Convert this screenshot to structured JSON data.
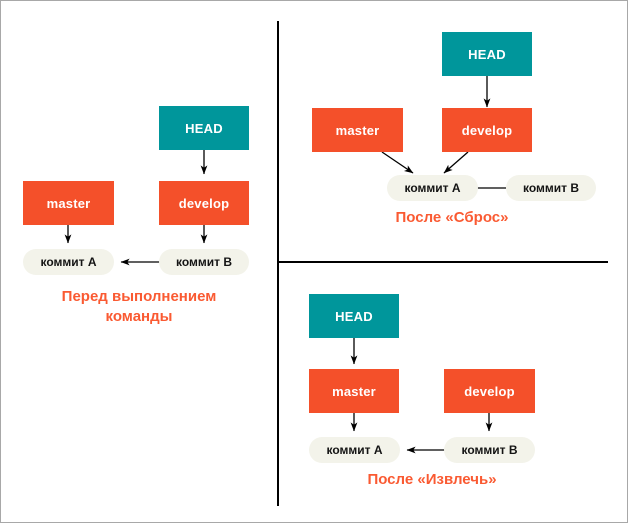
{
  "diagram": {
    "title": "Git reset vs checkout diagram",
    "colors": {
      "head": "#00969b",
      "branch": "#f4502a",
      "commit": "#f3f3ea",
      "caption": "#fa5a32",
      "arrow": "#000000",
      "divider": "#000000",
      "background": "#ffffff",
      "border": "#a8a8a8"
    },
    "labels": {
      "head": "HEAD",
      "master": "master",
      "develop": "develop",
      "commit_a": "коммит А",
      "commit_b": "коммит В"
    },
    "panels": [
      {
        "id": "before",
        "caption_line1": "Перед выполнением",
        "caption_line2": "команды",
        "nodes": [
          {
            "name": "head",
            "label": "HEAD",
            "kind": "head"
          },
          {
            "name": "master",
            "label": "master",
            "kind": "branch"
          },
          {
            "name": "develop",
            "label": "develop",
            "kind": "branch"
          },
          {
            "name": "commit-a",
            "label": "коммит А",
            "kind": "commit"
          },
          {
            "name": "commit-b",
            "label": "коммит В",
            "kind": "commit"
          }
        ],
        "edges": [
          {
            "from": "head",
            "to": "develop"
          },
          {
            "from": "master",
            "to": "commit-a"
          },
          {
            "from": "develop",
            "to": "commit-b"
          },
          {
            "from": "commit-b",
            "to": "commit-a"
          }
        ]
      },
      {
        "id": "after-reset",
        "caption_line1": "После «Сброс»",
        "caption_line2": "",
        "nodes": [
          {
            "name": "head",
            "label": "HEAD",
            "kind": "head"
          },
          {
            "name": "master",
            "label": "master",
            "kind": "branch"
          },
          {
            "name": "develop",
            "label": "develop",
            "kind": "branch"
          },
          {
            "name": "commit-a",
            "label": "коммит А",
            "kind": "commit"
          },
          {
            "name": "commit-b",
            "label": "коммит В",
            "kind": "commit"
          }
        ],
        "edges": [
          {
            "from": "head",
            "to": "develop"
          },
          {
            "from": "master",
            "to": "commit-a"
          },
          {
            "from": "develop",
            "to": "commit-a"
          },
          {
            "from": "commit-b",
            "to": "commit-a"
          }
        ]
      },
      {
        "id": "after-checkout",
        "caption_line1": "После «Извлечь»",
        "caption_line2": "",
        "nodes": [
          {
            "name": "head",
            "label": "HEAD",
            "kind": "head"
          },
          {
            "name": "master",
            "label": "master",
            "kind": "branch"
          },
          {
            "name": "develop",
            "label": "develop",
            "kind": "branch"
          },
          {
            "name": "commit-a",
            "label": "коммит А",
            "kind": "commit"
          },
          {
            "name": "commit-b",
            "label": "коммит В",
            "kind": "commit"
          }
        ],
        "edges": [
          {
            "from": "head",
            "to": "master"
          },
          {
            "from": "master",
            "to": "commit-a"
          },
          {
            "from": "develop",
            "to": "commit-b"
          },
          {
            "from": "commit-b",
            "to": "commit-a"
          }
        ]
      }
    ]
  }
}
